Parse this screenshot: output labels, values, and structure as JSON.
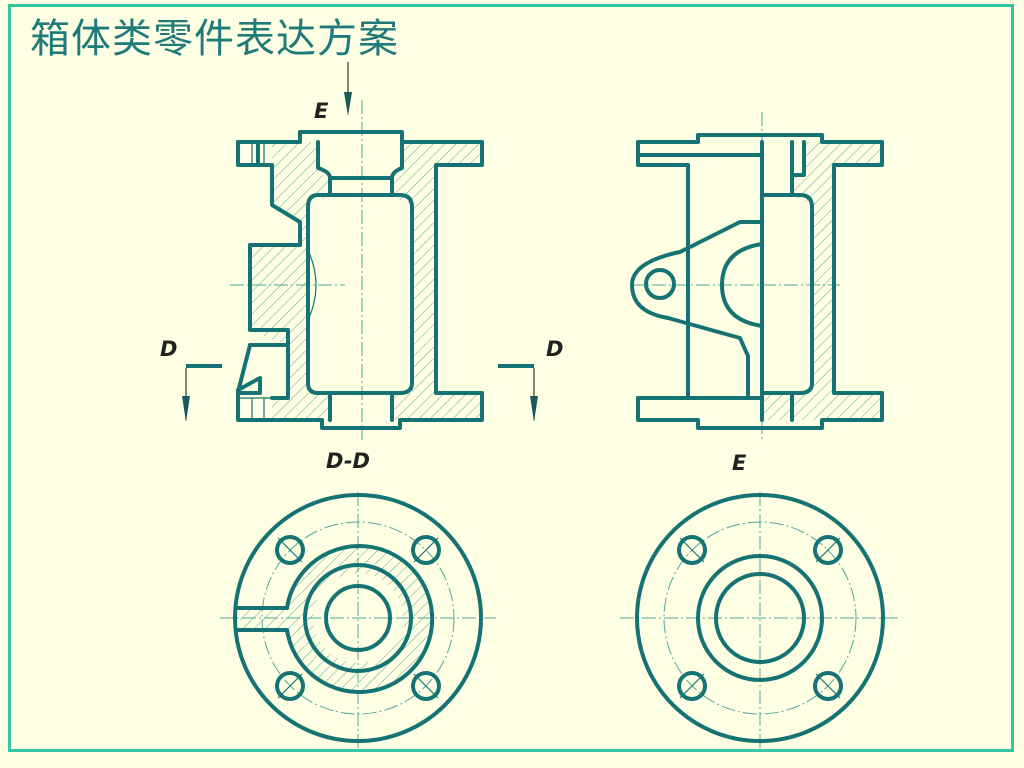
{
  "title": "箱体类零件表达方案",
  "labels": {
    "section_e_arrow": "E",
    "section_d_left": "D",
    "section_d_right": "D",
    "view_dd": "D-D",
    "view_e": "E"
  },
  "colors": {
    "background": "#ffffe4",
    "frame": "#33c6a0",
    "line": "#167373",
    "title": "#1f7a7a"
  }
}
